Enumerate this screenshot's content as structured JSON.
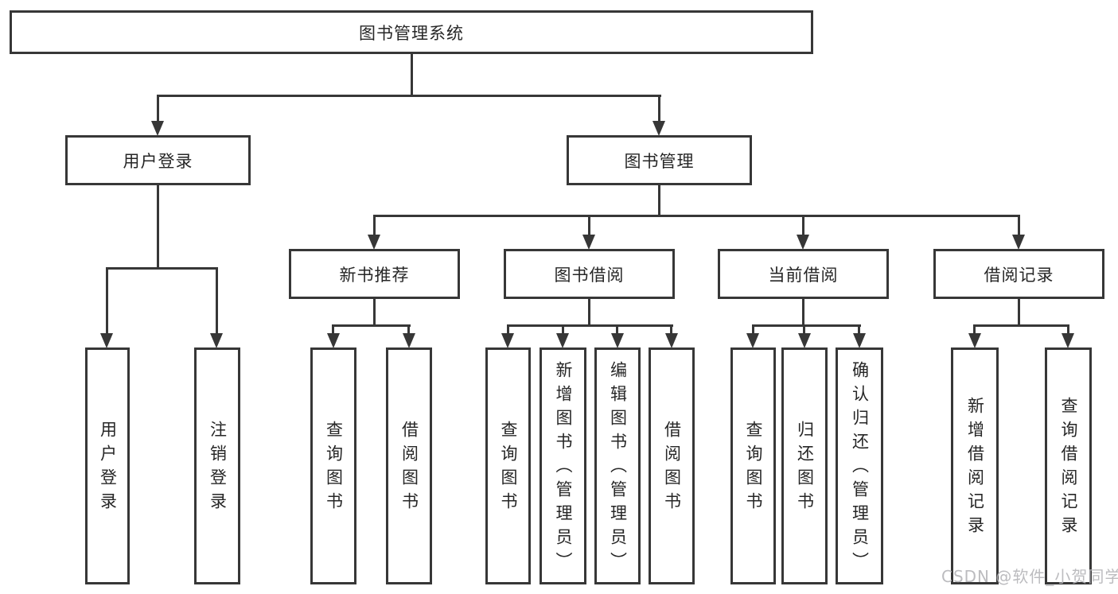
{
  "nodes": {
    "root": "图书管理系统",
    "user_login": "用户登录",
    "book_mgmt": "图书管理",
    "new_book_rec": "新书推荐",
    "book_borrow": "图书借阅",
    "current_borrow": "当前借阅",
    "borrow_records": "借阅记录",
    "leaf_user_login": "用户登录",
    "leaf_logout": "注销登录",
    "leaf_query_book_a": "查询图书",
    "leaf_borrow_book_a": "借阅图书",
    "leaf_query_book_b": "查询图书",
    "leaf_add_book": "新增图书（管理员）",
    "leaf_edit_book": "编辑图书（管理员）",
    "leaf_borrow_book_b": "借阅图书",
    "leaf_query_book_c": "查询图书",
    "leaf_return_book": "归还图书",
    "leaf_confirm_return": "确认归还（管理员）",
    "leaf_add_record": "新增借阅记录",
    "leaf_query_record": "查询借阅记录"
  },
  "edges": [
    {
      "from": "root",
      "to": [
        "user_login",
        "book_mgmt"
      ]
    },
    {
      "from": "user_login",
      "to": [
        "leaf_user_login",
        "leaf_logout"
      ]
    },
    {
      "from": "book_mgmt",
      "to": [
        "new_book_rec",
        "book_borrow",
        "current_borrow",
        "borrow_records"
      ]
    },
    {
      "from": "new_book_rec",
      "to": [
        "leaf_query_book_a",
        "leaf_borrow_book_a"
      ]
    },
    {
      "from": "book_borrow",
      "to": [
        "leaf_query_book_b",
        "leaf_add_book",
        "leaf_edit_book",
        "leaf_borrow_book_b"
      ]
    },
    {
      "from": "current_borrow",
      "to": [
        "leaf_query_book_c",
        "leaf_return_book",
        "leaf_confirm_return"
      ]
    },
    {
      "from": "borrow_records",
      "to": [
        "leaf_add_record",
        "leaf_query_record"
      ]
    }
  ],
  "watermark": {
    "text": "CSDN @软件_小贺同学",
    "color": "#b5b5b9"
  },
  "colors": {
    "line": "#373737",
    "text": "#262626",
    "box_fill": "#ffffff",
    "background": "#ffffff"
  }
}
